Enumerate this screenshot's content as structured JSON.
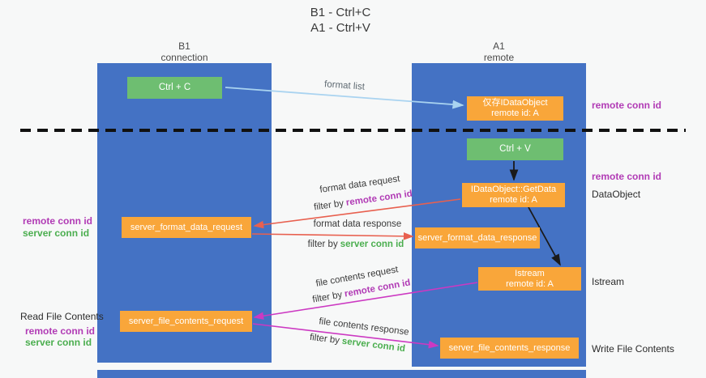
{
  "title": {
    "line1": "B1 - Ctrl+C",
    "line2": "A1 - Ctrl+V"
  },
  "lanes": {
    "left": {
      "name": "B1",
      "subtitle": "connection"
    },
    "right": {
      "name": "A1",
      "subtitle": "remote"
    }
  },
  "boxes": {
    "ctrl_c": "Ctrl + C",
    "ctrl_v": "Ctrl + V",
    "dataobject_cache": {
      "line1": "仅存IDataObject",
      "line2": "remote id: A"
    },
    "getdata": {
      "line1": "IDataObject::GetData",
      "line2": "remote id: A"
    },
    "istream": {
      "line1": "Istream",
      "line2": "remote id: A"
    },
    "format_request": "server_format_data_request",
    "format_response": "server_format_data_response",
    "file_request": "server_file_contents_request",
    "file_response": "server_file_contents_response"
  },
  "arrow_labels": {
    "format_list": "format list",
    "format_data_request": "format data request",
    "format_data_response": "format data response",
    "file_contents_request": "file contents request",
    "file_contents_response": "file contents response",
    "filter_by": "filter by",
    "remote_conn_id": "remote conn id",
    "server_conn_id": "server conn id"
  },
  "side_labels": {
    "remote_conn_id": "remote conn id",
    "server_conn_id": "server conn id",
    "dataobject": "DataObject",
    "istream": "Istream",
    "read_file_contents": "Read File Contents",
    "write_file_contents": "Write File Contents"
  },
  "colors": {
    "lane_blue": "#4472C4",
    "box_green": "#6EBE71",
    "box_orange": "#F9A63A",
    "purple_text": "#B13BB5",
    "green_text": "#4BAE4F",
    "arrow_red": "#E8604F",
    "arrow_magenta": "#CC39C2",
    "arrow_blue": "#A9D3F0",
    "arrow_black": "#1A1A1A"
  }
}
